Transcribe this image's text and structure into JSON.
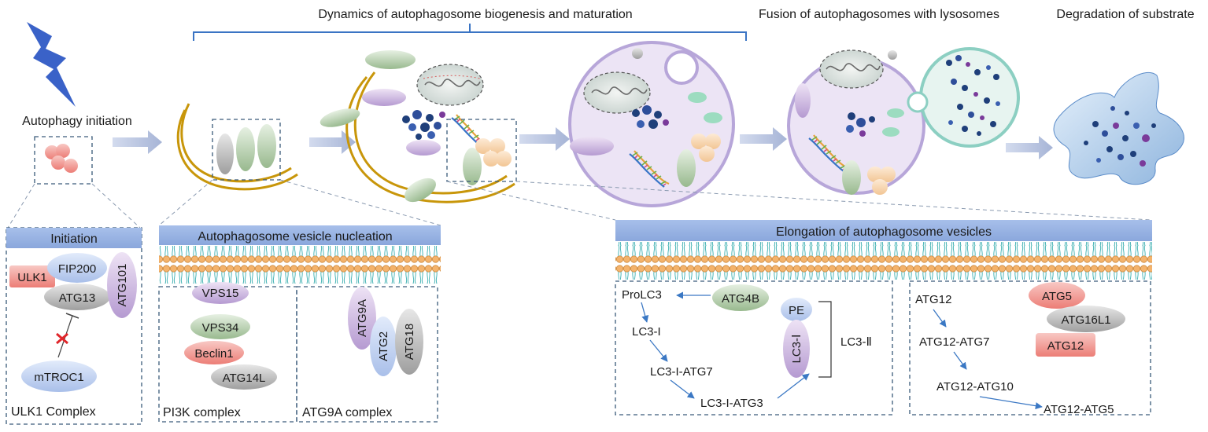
{
  "stages": {
    "dynamics": "Dynamics of autophagosome biogenesis and maturation",
    "fusion": "Fusion of autophagosomes with lysosomes",
    "degradation": "Degradation of substrate"
  },
  "initiation_label": "Autophagy initiation",
  "panels": {
    "initiation": {
      "title": "Initiation",
      "caption": "ULK1 Complex",
      "proteins": {
        "ulk1": "ULK1",
        "fip200": "FIP200",
        "atg13": "ATG13",
        "atg101": "ATG101",
        "mtroc1": "mTROC1"
      }
    },
    "nucleation": {
      "title": "Autophagosome vesicle nucleation",
      "pi3k_caption": "PI3K complex",
      "atg9a_caption": "ATG9A complex",
      "proteins": {
        "vps15": "VPS15",
        "vps34": "VPS34",
        "beclin1": "Beclin1",
        "atg14l": "ATG14L",
        "atg9a": "ATG9A",
        "atg2": "ATG2",
        "atg18": "ATG18"
      }
    },
    "elongation": {
      "title": "Elongation of autophagosome vesicles",
      "lc3": {
        "prolc3": "ProLC3",
        "atg4b": "ATG4B",
        "lc3i": "LC3-I",
        "lc3i_atg7": "LC3-I-ATG7",
        "lc3i_atg3": "LC3-I-ATG3",
        "pe": "PE",
        "lc3i_vertical": "LC3-Ⅰ",
        "lc3ii": "LC3-Ⅱ"
      },
      "atg12": {
        "atg12": "ATG12",
        "atg12_atg7": "ATG12-ATG7",
        "atg12_atg10": "ATG12-ATG10",
        "atg12_atg5": "ATG12-ATG5",
        "atg5": "ATG5",
        "atg16l1": "ATG16L1",
        "atg12_box": "ATG12"
      }
    }
  },
  "colors": {
    "arrow": "#b3bfdb",
    "bar": "#92aee0",
    "phagophore": "#c8960a",
    "vesicle_fill": "#ece4f5",
    "vesicle_stroke": "#b7a6d9",
    "lysosome_fill": "#e7f4f0",
    "lysosome_stroke": "#8ccfc2",
    "lightning": "#3a62c8"
  }
}
